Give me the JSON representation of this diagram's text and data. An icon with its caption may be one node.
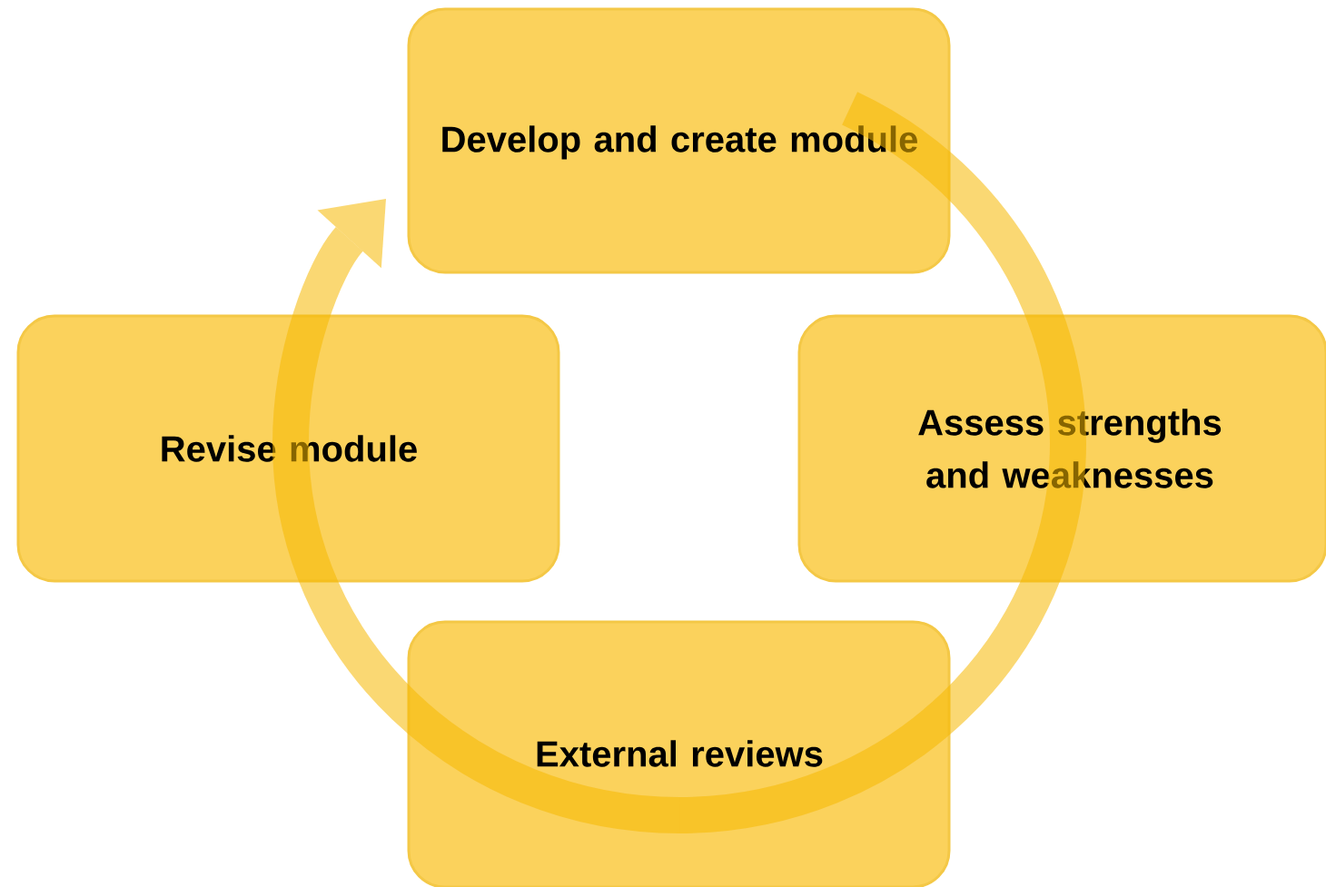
{
  "diagram": {
    "nodes": [
      {
        "text": [
          "Develop and create module"
        ]
      },
      {
        "text": [
          "Assess strengths and weaknesses"
        ]
      },
      {
        "text": [
          "External reviews"
        ]
      },
      {
        "text": [
          "Revise module"
        ]
      }
    ],
    "edges": [
      {
        "from": 0,
        "to": 1,
        "arrow": "none"
      },
      {
        "from": 1,
        "to": 2,
        "arrow": "none"
      },
      {
        "from": 2,
        "to": 3,
        "arrow": "none"
      },
      {
        "from": 3,
        "to": 0,
        "arrow": "to"
      }
    ]
  }
}
